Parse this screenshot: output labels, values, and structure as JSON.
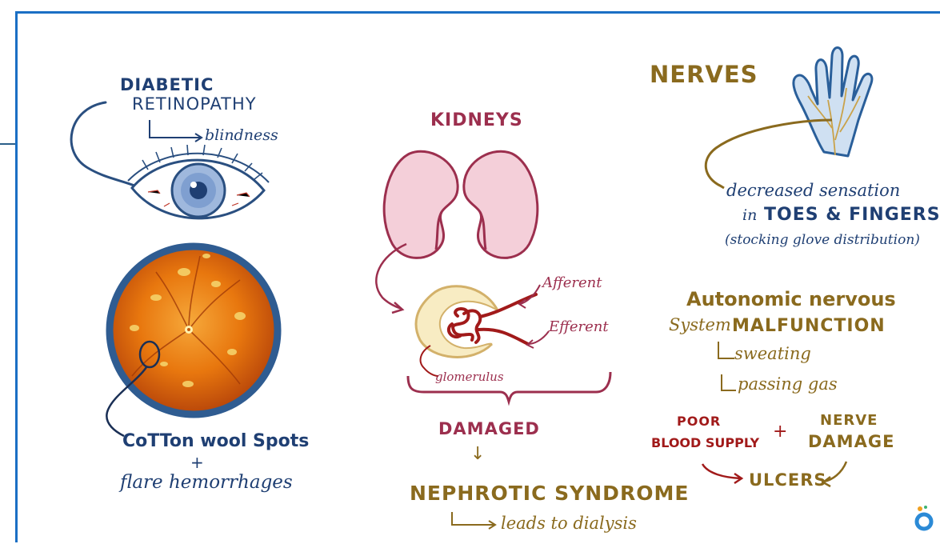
{
  "colors": {
    "frame": "#1a6fc4",
    "navy": "#1f3f73",
    "maroon": "#9c2f4e",
    "gold": "#8a6a1e",
    "red": "#a11a1a",
    "kidney_fill": "#f4cfd9",
    "retina": "#e8770e"
  },
  "eye": {
    "title_line1": "DIABETIC",
    "title_line2": "RETINOPATHY",
    "consequence": "blindness",
    "finding_line1": "CoTTon wool Spots",
    "plus": "+",
    "finding_line2": "flare hemorrhages"
  },
  "kidneys": {
    "title": "KIDNEYS",
    "afferent": "Afferent",
    "efferent": "Efferent",
    "glomerulus": "glomerulus",
    "status": "DAMAGED",
    "arrow": "↓",
    "result": "NEPHROTIC SYNDROME",
    "result_note": "leads to dialysis"
  },
  "nerves": {
    "title": "NERVES",
    "sensation_line1": "decreased sensation",
    "sensation_in": "in",
    "toes_fingers": "TOES & FINGERS",
    "sensation_line3": "(stocking glove distribution)",
    "autonomic_line1": "Autonomic nervous",
    "autonomic_line2_a": "System",
    "autonomic_line2_b": "MALFUNCTION",
    "sweating": "sweating",
    "passing_gas": "passing gas",
    "poor_line1": "POOR",
    "poor_line2": "BLOOD SUPPLY",
    "plus": "+",
    "nerve_line1": "NERVE",
    "nerve_line2": "DAMAGE",
    "ulcers": "ULCERS"
  },
  "logo_icon": "osmosis-logo-icon"
}
